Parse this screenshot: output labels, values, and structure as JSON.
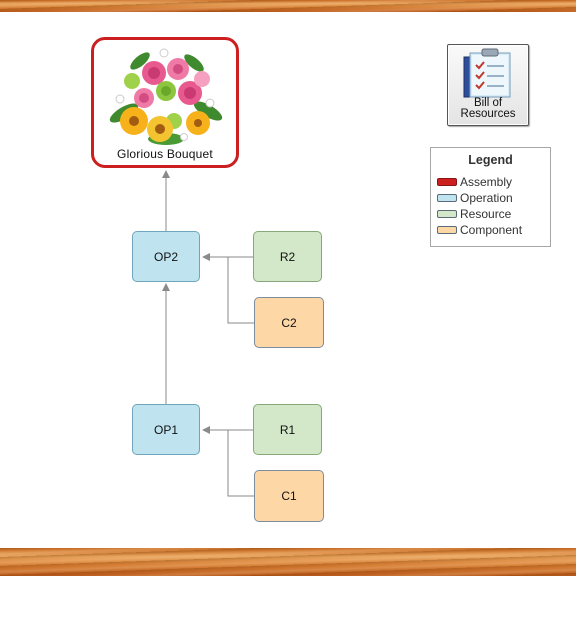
{
  "assembly": {
    "label": "Glorious Bouquet",
    "image": "flower-bouquet"
  },
  "operations": [
    {
      "id": "op2",
      "label": "OP2"
    },
    {
      "id": "op1",
      "label": "OP1"
    }
  ],
  "resources": [
    {
      "id": "r2",
      "label": "R2"
    },
    {
      "id": "r1",
      "label": "R1"
    }
  ],
  "components": [
    {
      "id": "c2",
      "label": "C2"
    },
    {
      "id": "c1",
      "label": "C1"
    }
  ],
  "bill_of_resources_button": {
    "label_line1": "Bill of",
    "label_line2": "Resources",
    "icon": "clipboard-checklist-icon"
  },
  "legend": {
    "title": "Legend",
    "items": [
      {
        "label": "Assembly",
        "color": "#cc1f1f"
      },
      {
        "label": "Operation",
        "color": "#bfe3ef"
      },
      {
        "label": "Resource",
        "color": "#d3e8c8"
      },
      {
        "label": "Component",
        "color": "#fdd7a5"
      }
    ]
  },
  "colors": {
    "assembly_border": "#cc1f1f",
    "operation_fill": "#bfe3ef",
    "resource_fill": "#d3e8c8",
    "component_fill": "#fdd7a5",
    "connector": "#8a8a8a"
  }
}
